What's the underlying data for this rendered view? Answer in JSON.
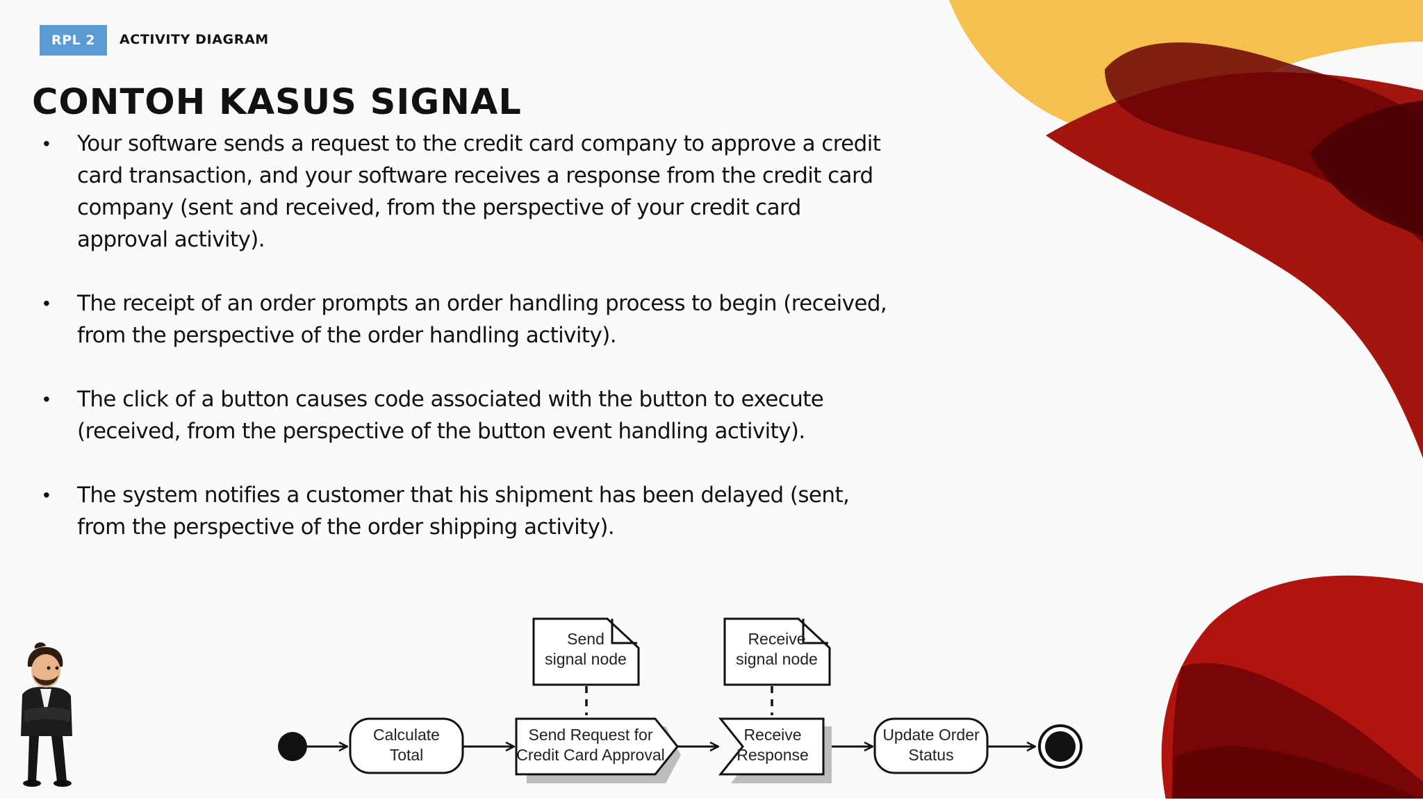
{
  "header": {
    "badge": "RPL 2",
    "section": "ACTIVITY DIAGRAM"
  },
  "title": "CONTOH KASUS SIGNAL",
  "bullets": [
    {
      "lines": [
        "Your software sends a request to the credit card company to approve a credit",
        "card transaction, and your software receives a response from the credit card",
        "company (sent and received, from the perspective of your credit card",
        "approval activity)."
      ]
    },
    {
      "lines": [
        "The receipt of an order prompts an order handling process to begin (received,",
        "from the perspective of the order handling activity)."
      ]
    },
    {
      "lines": [
        "The click of a button causes code associated with the button to execute",
        "(received, from the perspective of the button event handling activity)."
      ]
    },
    {
      "lines": [
        "The system notifies a customer that his shipment has been delayed (sent,",
        "from the perspective of the order shipping activity)."
      ]
    }
  ],
  "diagram": {
    "notes": {
      "send": [
        "Send",
        "signal node"
      ],
      "receive": [
        "Receive",
        "signal node"
      ]
    },
    "nodes": {
      "calculate": [
        "Calculate",
        "Total"
      ],
      "send_request": [
        "Send Request for",
        "Credit Card Approval"
      ],
      "receive_response": [
        "Receive",
        "Response"
      ],
      "update": [
        "Update Order",
        "Status"
      ]
    }
  },
  "colors": {
    "badge": "#5b9bd5",
    "deco_yellow": "#f6c04e",
    "deco_red": "#a3160f",
    "deco_dark": "#6a0205"
  }
}
